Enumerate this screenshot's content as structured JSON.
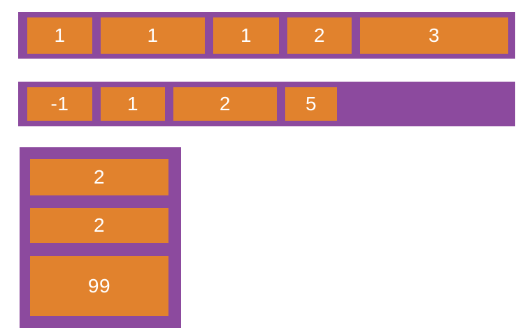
{
  "colors": {
    "page_background": "#ffffff",
    "container_purple": "#8c4a9e",
    "item_orange": "#e1822d",
    "label_text": "#ffffff"
  },
  "containers": [
    {
      "direction": "row",
      "items": [
        "1",
        "1",
        "1",
        "2",
        "3"
      ]
    },
    {
      "direction": "row",
      "items": [
        "-1",
        "1",
        "2",
        "5"
      ]
    },
    {
      "direction": "column",
      "items": [
        "2",
        "2",
        "99"
      ]
    }
  ]
}
